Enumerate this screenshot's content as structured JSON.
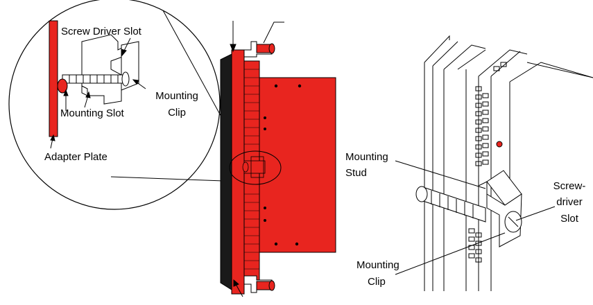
{
  "labels": {
    "screw_driver_slot": "Screw Driver Slot",
    "mounting_clip_left_1": "Mounting",
    "mounting_clip_left_2": "Clip",
    "mounting_slot": "Mounting Slot",
    "adapter_plate": "Adapter Plate",
    "mounting_stud_1": "Mounting",
    "mounting_stud_2": "Stud",
    "screwdriver_slot_1": "Screw-",
    "screwdriver_slot_2": "driver",
    "screwdriver_slot_3": "Slot",
    "mounting_clip_right_1": "Mounting",
    "mounting_clip_right_2": "Clip"
  },
  "colors": {
    "red": "#e8251f",
    "black": "#1a1a1a",
    "line": "#000000",
    "panel": "#ffffff"
  }
}
